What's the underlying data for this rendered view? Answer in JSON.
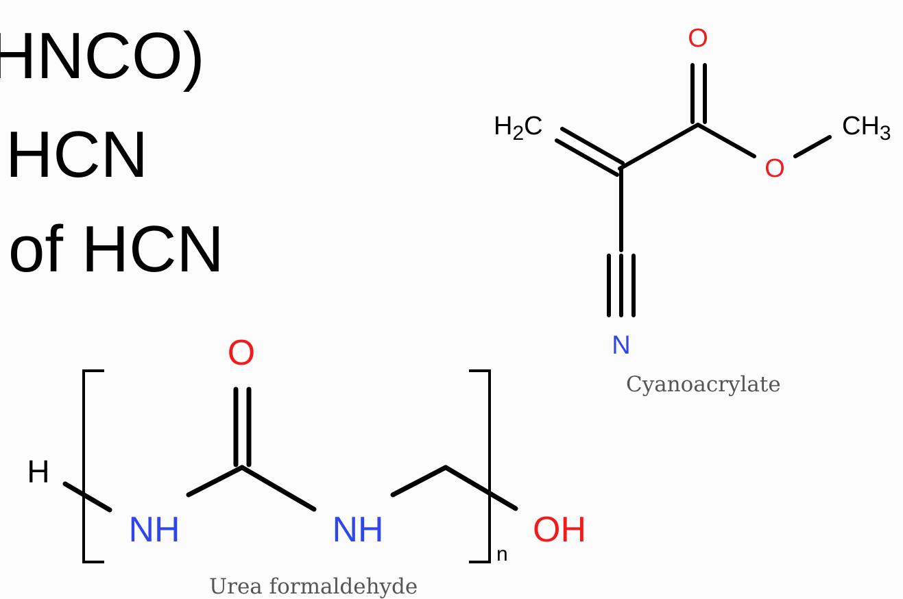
{
  "slide_text": {
    "line1": "HNCO)",
    "line2": "HCN",
    "line3": "of HCN"
  },
  "colors": {
    "carbon": "#000000",
    "oxygen": "#ee1c1c",
    "nitrogen": "#2f46e8",
    "caption": "#555555",
    "background": "#fcfcfc"
  },
  "cyanoacrylate": {
    "caption": "Cyanoacrylate",
    "atoms": {
      "carbonyl_o": "O",
      "ester_o": "O",
      "ch2_h": "H",
      "ch2_sub": "2",
      "ch2_c": "C",
      "methyl_c": "CH",
      "methyl_sub": "3",
      "nitrile_n": "N"
    }
  },
  "urea_formaldehyde": {
    "caption": "Urea formaldehyde",
    "atoms": {
      "end_h": "H",
      "carbonyl_o": "O",
      "nh_left": "NH",
      "nh_right": "NH",
      "end_oh": "OH",
      "repeat_subscript": "n"
    }
  }
}
